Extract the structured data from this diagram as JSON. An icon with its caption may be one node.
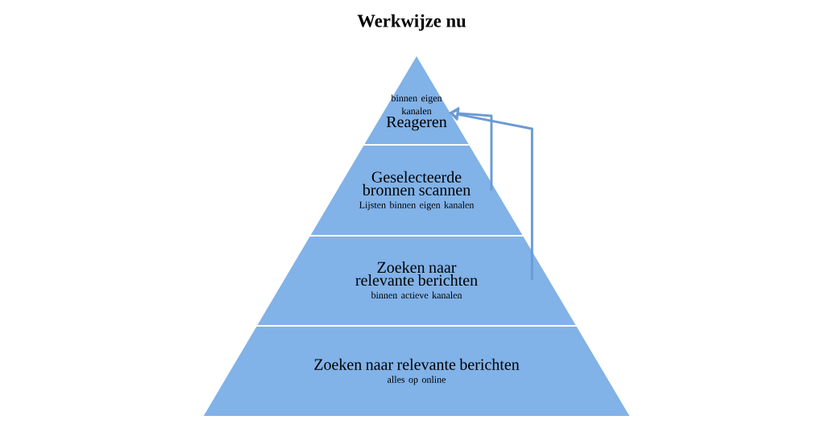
{
  "diagram": {
    "title": "Werkwijze nu",
    "nodes": [
      {
        "text": [
          "binnen eigen kanalen",
          "Reageren"
        ]
      },
      {
        "text": [
          "Geselecteerde bronnen scannen",
          "Lijsten binnen eigen kanalen"
        ]
      },
      {
        "text": [
          "Zoeken naar relevante berichten",
          "binnen actieve kanalen"
        ]
      },
      {
        "text": [
          "Zoeken naar relevante berichten",
          "alles op online"
        ]
      }
    ],
    "edges": [
      {
        "from": 2,
        "to": 0,
        "arrow": "to"
      },
      {
        "from": 1,
        "to": 0,
        "arrow": "to"
      }
    ]
  }
}
